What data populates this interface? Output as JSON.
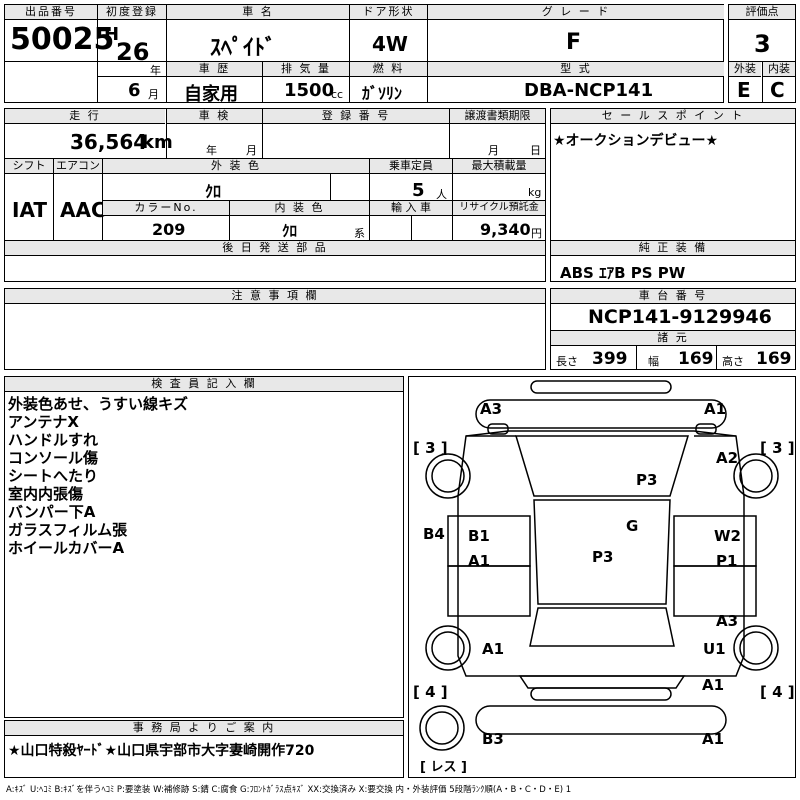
{
  "header": {
    "lot_label": "出品番号",
    "lot": "50025",
    "reg_label": "初度登録",
    "era": "H",
    "year": "26",
    "year_unit": "年",
    "month": "6",
    "month_unit": "月",
    "car_name_label": "車 名",
    "car_name": "ｽﾍﾟｲﾄﾞ",
    "door_label": "ドア形状",
    "door": "4W",
    "grade_label": "グ レ ー ド",
    "grade": "F",
    "score_label": "評価点",
    "score": "3",
    "history_label": "車 歴",
    "history": "自家用",
    "displacement_label": "排 気 量",
    "displacement": "1500",
    "displacement_unit": "cc",
    "fuel_label": "燃 料",
    "fuel": "ｶﾞｿﾘﾝ",
    "model_label": "型 式",
    "model": "DBA-NCP141",
    "ext_label": "外装",
    "ext": "E",
    "int_label": "内装",
    "int": "C"
  },
  "row2": {
    "mileage_label": "走 行",
    "mileage": "36,564",
    "mileage_unit": "km",
    "inspection_label": "車 検",
    "insp_year_unit": "年",
    "insp_month_unit": "月",
    "plate_label": "登 録 番 号",
    "transfer_label": "譲渡書類期限",
    "transfer_month_unit": "月",
    "transfer_day_unit": "日",
    "shift_label": "シフト",
    "shift": "IAT",
    "ac_label": "エアコン",
    "ac": "AAC",
    "ext_color_label": "外 装 色",
    "ext_color": "ｸﾛ",
    "capacity_label": "乗車定員",
    "capacity": "5",
    "capacity_unit": "人",
    "load_label": "最大積載量",
    "load_unit": "kg",
    "color_no_label": "カラーNo.",
    "color_no": "209",
    "int_color_label": "内 装 色",
    "int_color": "ｸﾛ",
    "int_color_unit": "系",
    "import_label": "輸 入 車",
    "recycle_label": "リサイクル預託金",
    "recycle": "9,340",
    "recycle_unit": "円",
    "later_label": "後 日 発 送 部 品"
  },
  "sales": {
    "label": "セ ー ル ス ポ イ ン ト",
    "text": "★オークションデビュー★",
    "equip_label": "純 正 装 備",
    "equip": "ABS ｴｱB PS PW"
  },
  "caution": {
    "label": "注 意 事 項 欄"
  },
  "chassis": {
    "label": "車 台 番 号",
    "number": "NCP141-9129946",
    "dims_label": "諸 元",
    "length_label": "長さ",
    "length": "399",
    "width_label": "幅",
    "width": "169",
    "height_label": "高さ",
    "height": "169"
  },
  "inspector": {
    "label": "検 査 員 記 入 欄",
    "lines": [
      "外装色あせ、うすい線キズ",
      "アンテナX",
      "ハンドルすれ",
      "コンソール傷",
      "シートへたり",
      "室内内張傷",
      "バンパー下A",
      "ガラスフィルム張",
      "ホイールカバーA"
    ]
  },
  "office": {
    "label": "事 務 局 よ り ご 案 内",
    "text": "★山口特殺ﾔｰﾄﾞ★山口県宇部市大字妻崎開作720"
  },
  "diagram": {
    "marks": [
      "A3",
      "A1",
      "A2",
      "P3",
      "G",
      "B4",
      "B1",
      "A1",
      "P3",
      "W2",
      "P1",
      "A3",
      "A1",
      "U1",
      "A1",
      "B3",
      "A1"
    ],
    "tires": [
      "3",
      "3",
      "4",
      "4"
    ],
    "spare": "レス"
  },
  "legend": "A:ｷｽﾞ U:ﾍｺﾐ B:ｷｽﾞを伴うﾍｺﾐ P:要塗装 W:補修跡 S:錆 C:腐食 G:ﾌﾛﾝﾄｶﾞﾗｽ点ｷｽﾞ XX:交換済み X:要交換 内・外装評価 5段階ﾗﾝｸ順(A・B・C・D・E) 1"
}
